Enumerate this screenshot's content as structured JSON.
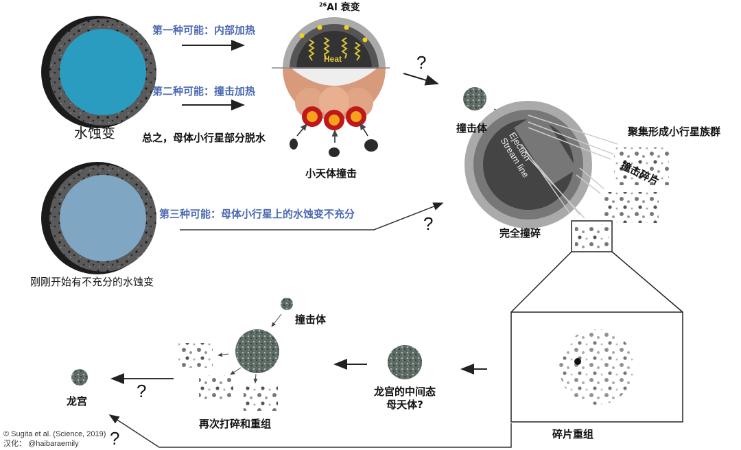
{
  "labels": {
    "possibility_1": "第一种可能：内部加热",
    "possibility_2": "第二种可能：撞击加热",
    "possibility_3": "第三种可能：母体小行星上的水蚀变不充分",
    "al_decay_sup": "26",
    "al_decay": "Al 衰变",
    "heat": "Heat",
    "aqueous_alteration": "水蚀变",
    "partial_dehydration": "总之，母体小行星部分脱水",
    "small_body_impact": "小天体撞击",
    "impactor_1": "撞击体",
    "ejection": "Ejection",
    "stream_line": "Stream line",
    "asteroid_family": "聚集形成小行星族群",
    "impact_fragments": "撞击碎片",
    "complete_disruption": "完全撞碎",
    "insufficient_alteration": "刚刚开始有不充分的水蚀变",
    "reaccumulation": "碎片重组",
    "intermediate_line1": "龙宫的中间态",
    "intermediate_line2": "母天体?",
    "impactor_2": "撞击体",
    "re_disruption": "再次打碎和重组",
    "ryugu": "龙宫",
    "q1": "?",
    "q2": "?",
    "q3": "?",
    "q4": "?"
  },
  "credits": {
    "source": "© Sugita et al. (Science, 2019)",
    "translation": "汉化：  @haibaraemily"
  },
  "colors": {
    "accent_text": "#4a68b2",
    "water_full": "#2a9cbf",
    "water_partial": "#7fa7c4"
  }
}
